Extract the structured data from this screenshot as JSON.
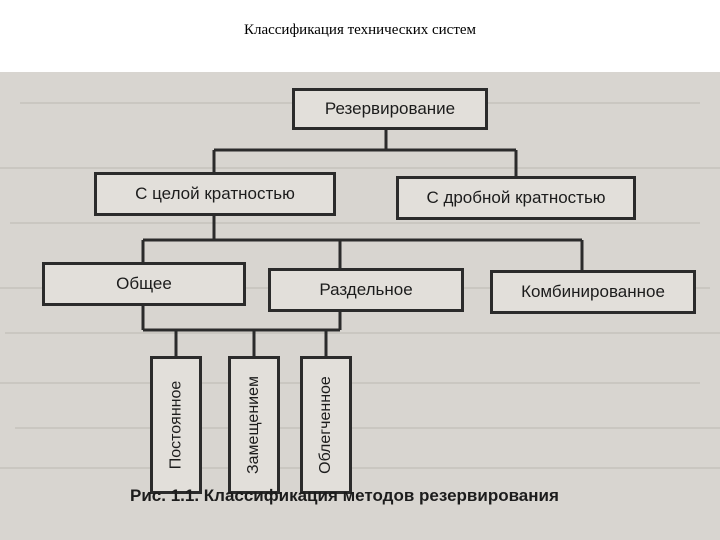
{
  "slide": {
    "title": "Классификация технических систем"
  },
  "diagram": {
    "root": "Резервирование",
    "level1": [
      "С целой кратностью",
      "С дробной кратностью"
    ],
    "level2": [
      "Общее",
      "Раздельное",
      "Комбинированное"
    ],
    "level3": [
      "Постоянное",
      "Замещением",
      "Облегченное"
    ],
    "caption": "Рис. 1.1. Классификация методов резервирования"
  }
}
